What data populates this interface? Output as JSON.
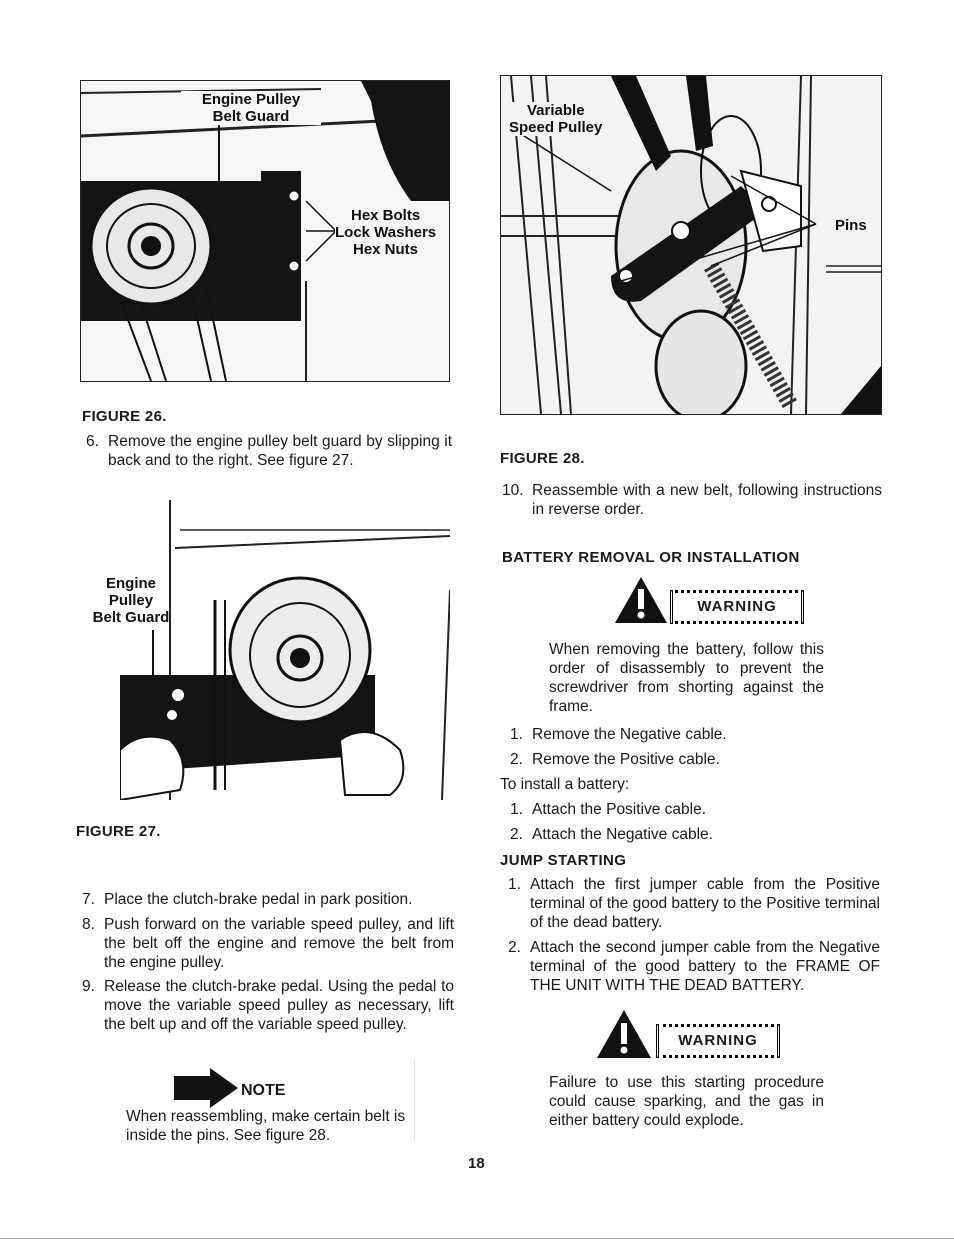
{
  "page_number": "18",
  "figure26": {
    "caption": "FIGURE 26.",
    "callout_belt_guard_line1": "Engine Pulley",
    "callout_belt_guard_line2": "Belt Guard",
    "callout_hex_bolts": "Hex Bolts",
    "callout_lock_washers": "Lock Washers",
    "callout_hex_nuts": "Hex Nuts"
  },
  "figure27": {
    "caption": "FIGURE 27.",
    "callout_line1": "Engine",
    "callout_line2": "Pulley",
    "callout_line3": "Belt Guard"
  },
  "figure28": {
    "caption": "FIGURE 28.",
    "callout_variable_line1": "Variable",
    "callout_variable_line2": "Speed Pulley",
    "callout_pins": "Pins"
  },
  "left_steps": {
    "s6_num": "6.",
    "s6_text": "Remove the engine pulley belt guard by slipping it back and to the right. See figure 27.",
    "s7_num": "7.",
    "s7_text": "Place the clutch-brake pedal in park position.",
    "s8_num": "8.",
    "s8_text": "Push forward on the variable speed pulley, and lift the belt off the engine and remove the belt from the engine pulley.",
    "s9_num": "9.",
    "s9_text": "Release the clutch-brake pedal. Using the pedal to move the variable speed pulley as necessary, lift the belt up and off the variable speed pulley."
  },
  "note": {
    "label": "NOTE",
    "text": "When reassembling, make certain belt is inside the pins. See figure 28."
  },
  "right_col": {
    "s10_num": "10.",
    "s10_text": "Reassemble with a new belt, following instructions in reverse order.",
    "battery_heading": "BATTERY REMOVAL OR INSTALLATION",
    "warning1_label": "WARNING",
    "warning1_text": "When removing the battery, follow this order of disassembly to prevent the screwdriver from shorting against the frame.",
    "removal_1_num": "1.",
    "removal_1": "Remove the Negative cable.",
    "removal_2_num": "2.",
    "removal_2": "Remove the Positive cable.",
    "install_intro": "To install a battery:",
    "install_1_num": "1.",
    "install_1": "Attach the Positive cable.",
    "install_2_num": "2.",
    "install_2": "Attach the Negative cable.",
    "jump_heading": "JUMP STARTING",
    "jump_1_num": "1.",
    "jump_1": "Attach the first jumper cable from the Positive terminal of the good battery to the Positive terminal of the dead battery.",
    "jump_2_num": "2.",
    "jump_2": "Attach the second jumper cable from the Negative terminal of the good battery to the FRAME OF THE UNIT WITH THE DEAD BATTERY.",
    "warning2_label": "WARNING",
    "warning2_text": "Failure to use this starting procedure could cause sparking, and the gas in either battery could explode."
  },
  "colors": {
    "ink": "#1a1a1a",
    "figure_bg": "#f4f4f4",
    "dark": "#141414"
  }
}
